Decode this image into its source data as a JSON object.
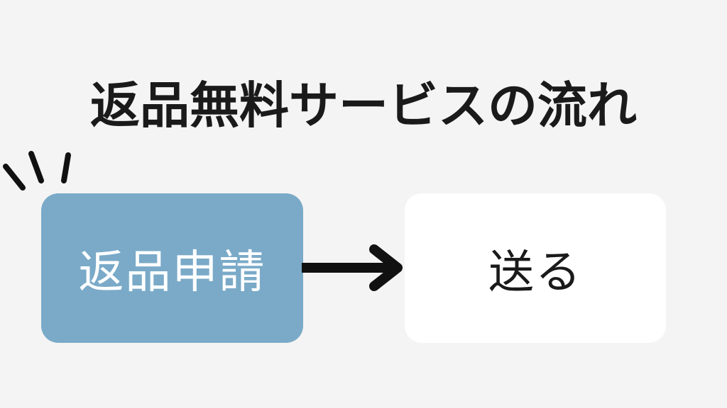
{
  "diagram": {
    "title": "返品無料サービスの流れ",
    "steps": [
      {
        "label": "返品申請"
      },
      {
        "label": "送る"
      }
    ],
    "colors": {
      "background": "#f4f4f4",
      "step_highlight": "#7aaac8",
      "step_default": "#ffffff",
      "text_dark": "#1a1a1a",
      "text_light": "#ffffff"
    },
    "icons": {
      "accent": "emphasis-lines-icon",
      "connector": "arrow-right-icon"
    }
  }
}
